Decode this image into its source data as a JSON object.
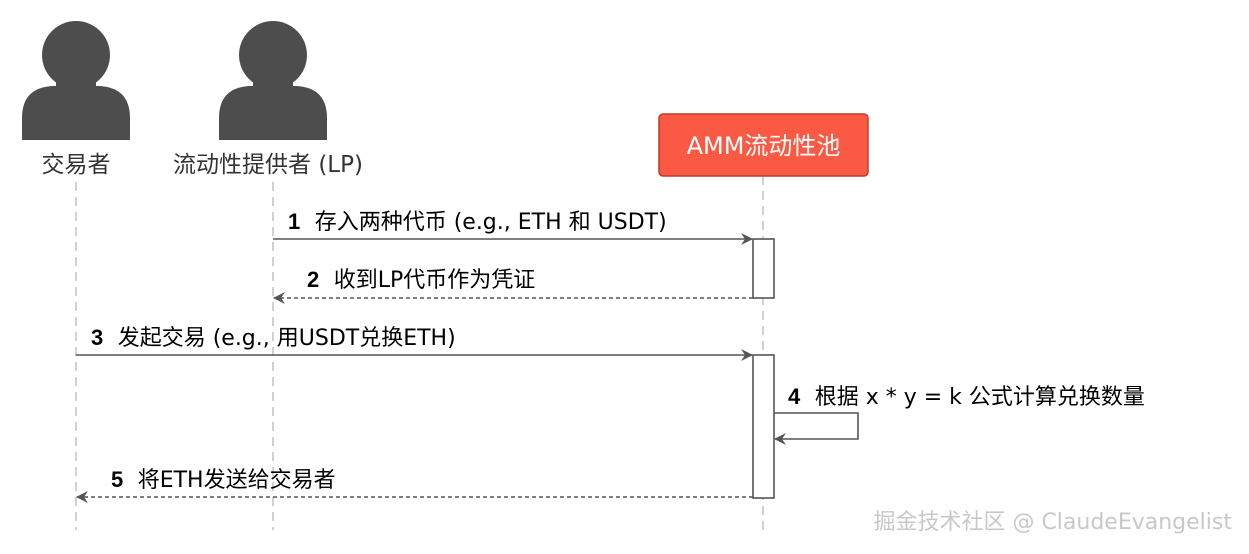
{
  "colors": {
    "pool_fill": "#fa5a44",
    "pool_border": "#c43a2a",
    "actor_fill": "#4d4d4d",
    "line": "#555555",
    "lifeline": "#b8b8b8",
    "watermark": "#c8c8c8"
  },
  "participants": [
    {
      "id": "trader",
      "label": "交易者",
      "kind": "actor",
      "icon": "person-icon"
    },
    {
      "id": "lp",
      "label": "流动性提供者 (LP)",
      "kind": "actor",
      "icon": "person-icon"
    },
    {
      "id": "pool",
      "label": "AMM流动性池",
      "kind": "box"
    }
  ],
  "messages": [
    {
      "number": "1",
      "text": "存入两种代币 (e.g., ETH 和 USDT)",
      "from": "lp",
      "to": "pool",
      "style": "solid"
    },
    {
      "number": "2",
      "text": "收到LP代币作为凭证",
      "from": "pool",
      "to": "lp",
      "style": "dashed"
    },
    {
      "number": "3",
      "text": "发起交易 (e.g., 用USDT兑换ETH)",
      "from": "trader",
      "to": "pool",
      "style": "solid"
    },
    {
      "number": "4",
      "text": "根据 x * y = k 公式计算兑换数量",
      "from": "pool",
      "to": "pool",
      "style": "solid"
    },
    {
      "number": "5",
      "text": "将ETH发送给交易者",
      "from": "pool",
      "to": "trader",
      "style": "dashed"
    }
  ],
  "watermark": "掘金技术社区 @ ClaudeEvangelist"
}
